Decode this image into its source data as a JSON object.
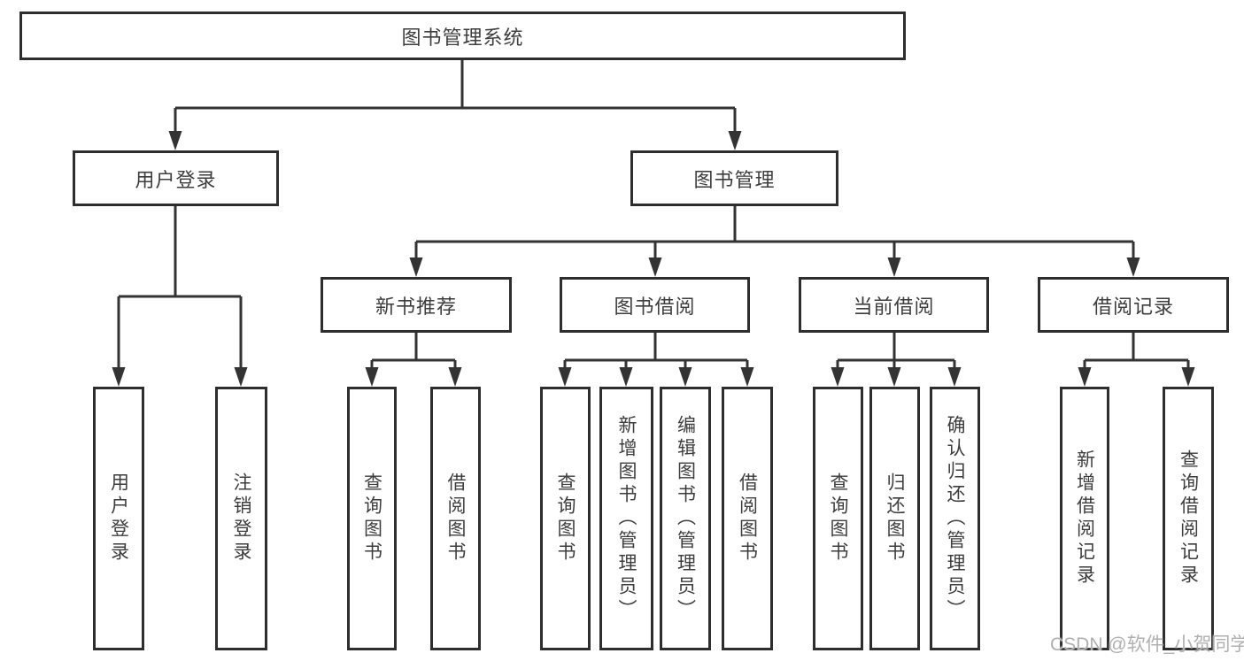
{
  "diagram": {
    "root": {
      "label": "图书管理系统"
    },
    "level2": [
      {
        "label": "用户登录"
      },
      {
        "label": "图书管理"
      }
    ],
    "level3": [
      {
        "label": "新书推荐"
      },
      {
        "label": "图书借阅"
      },
      {
        "label": "当前借阅"
      },
      {
        "label": "借阅记录"
      }
    ],
    "level4": {
      "user": [
        "用户登录",
        "注销登录"
      ],
      "recommend": [
        "查询图书",
        "借阅图书"
      ],
      "borrow": [
        "查询图书",
        "新增图书（管理员）",
        "编辑图书（管理员）",
        "借阅图书"
      ],
      "current": [
        "查询图书",
        "归还图书",
        "确认归还（管理员）"
      ],
      "record": [
        "新增借阅记录",
        "查询借阅记录"
      ]
    }
  },
  "watermark": {
    "text": "CSDN @软件_小贺同学"
  },
  "colors": {
    "line": "#333333",
    "box_border": "#2e2e2e",
    "text": "#3d3d3d",
    "watermark": "#b0b0b0",
    "background": "#ffffff"
  }
}
